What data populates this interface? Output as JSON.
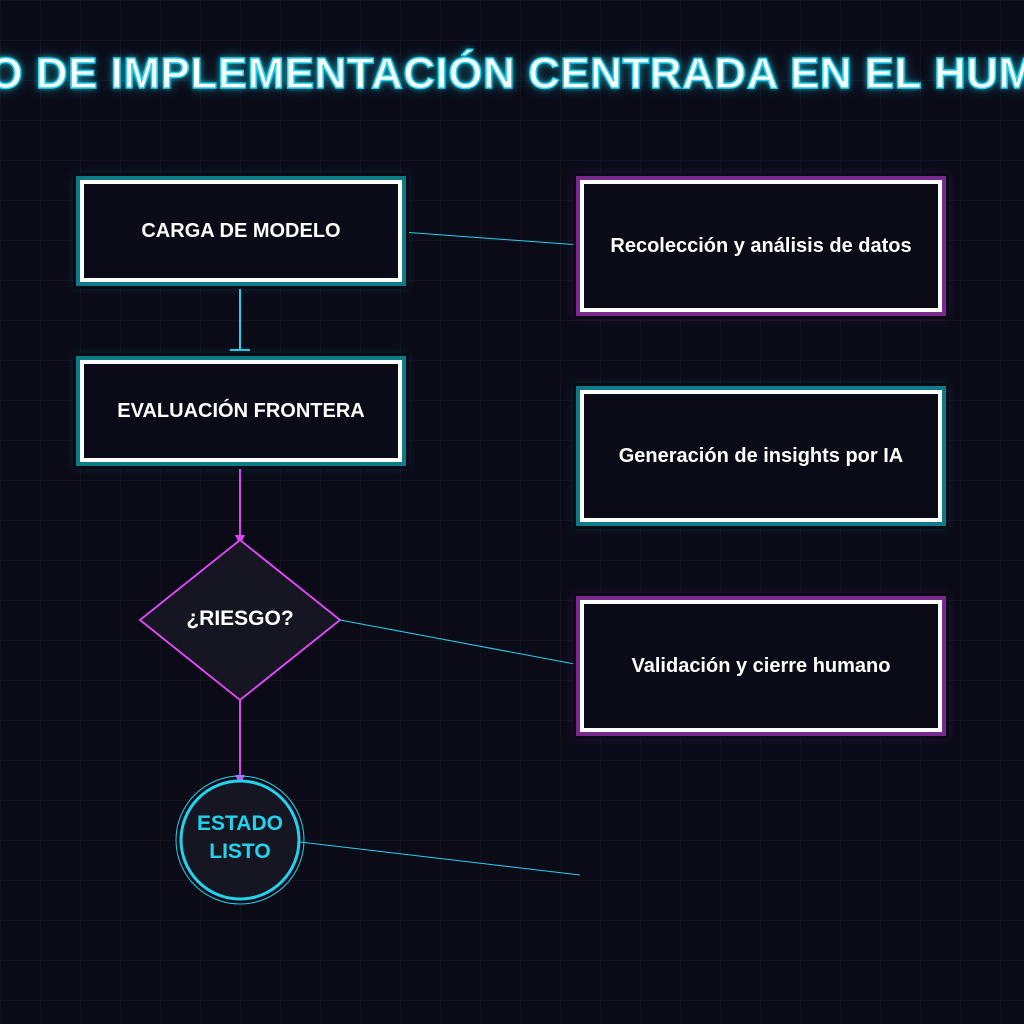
{
  "title": "O DE IMPLEMENTACIÓN CENTRADA EN EL HUM",
  "flow": {
    "load_model": "CARGA DE MODELO",
    "frontier_eval": "EVALUACIÓN FRONTERA",
    "risk_decision": "¿RIESGO?",
    "ready_state": {
      "line1": "ESTADO",
      "line2": "LISTO"
    }
  },
  "phases": {
    "data_collection": "Recolección y análisis de datos",
    "ai_insights": "Generación de insights por IA",
    "human_validation": "Validación y cierre humano"
  },
  "colors": {
    "background": "#0b0b18",
    "cyan": "#22d3ee",
    "magenta": "#d946ef",
    "teal_glow": "#0e7c86",
    "purple_glow": "#7a2a8e"
  }
}
